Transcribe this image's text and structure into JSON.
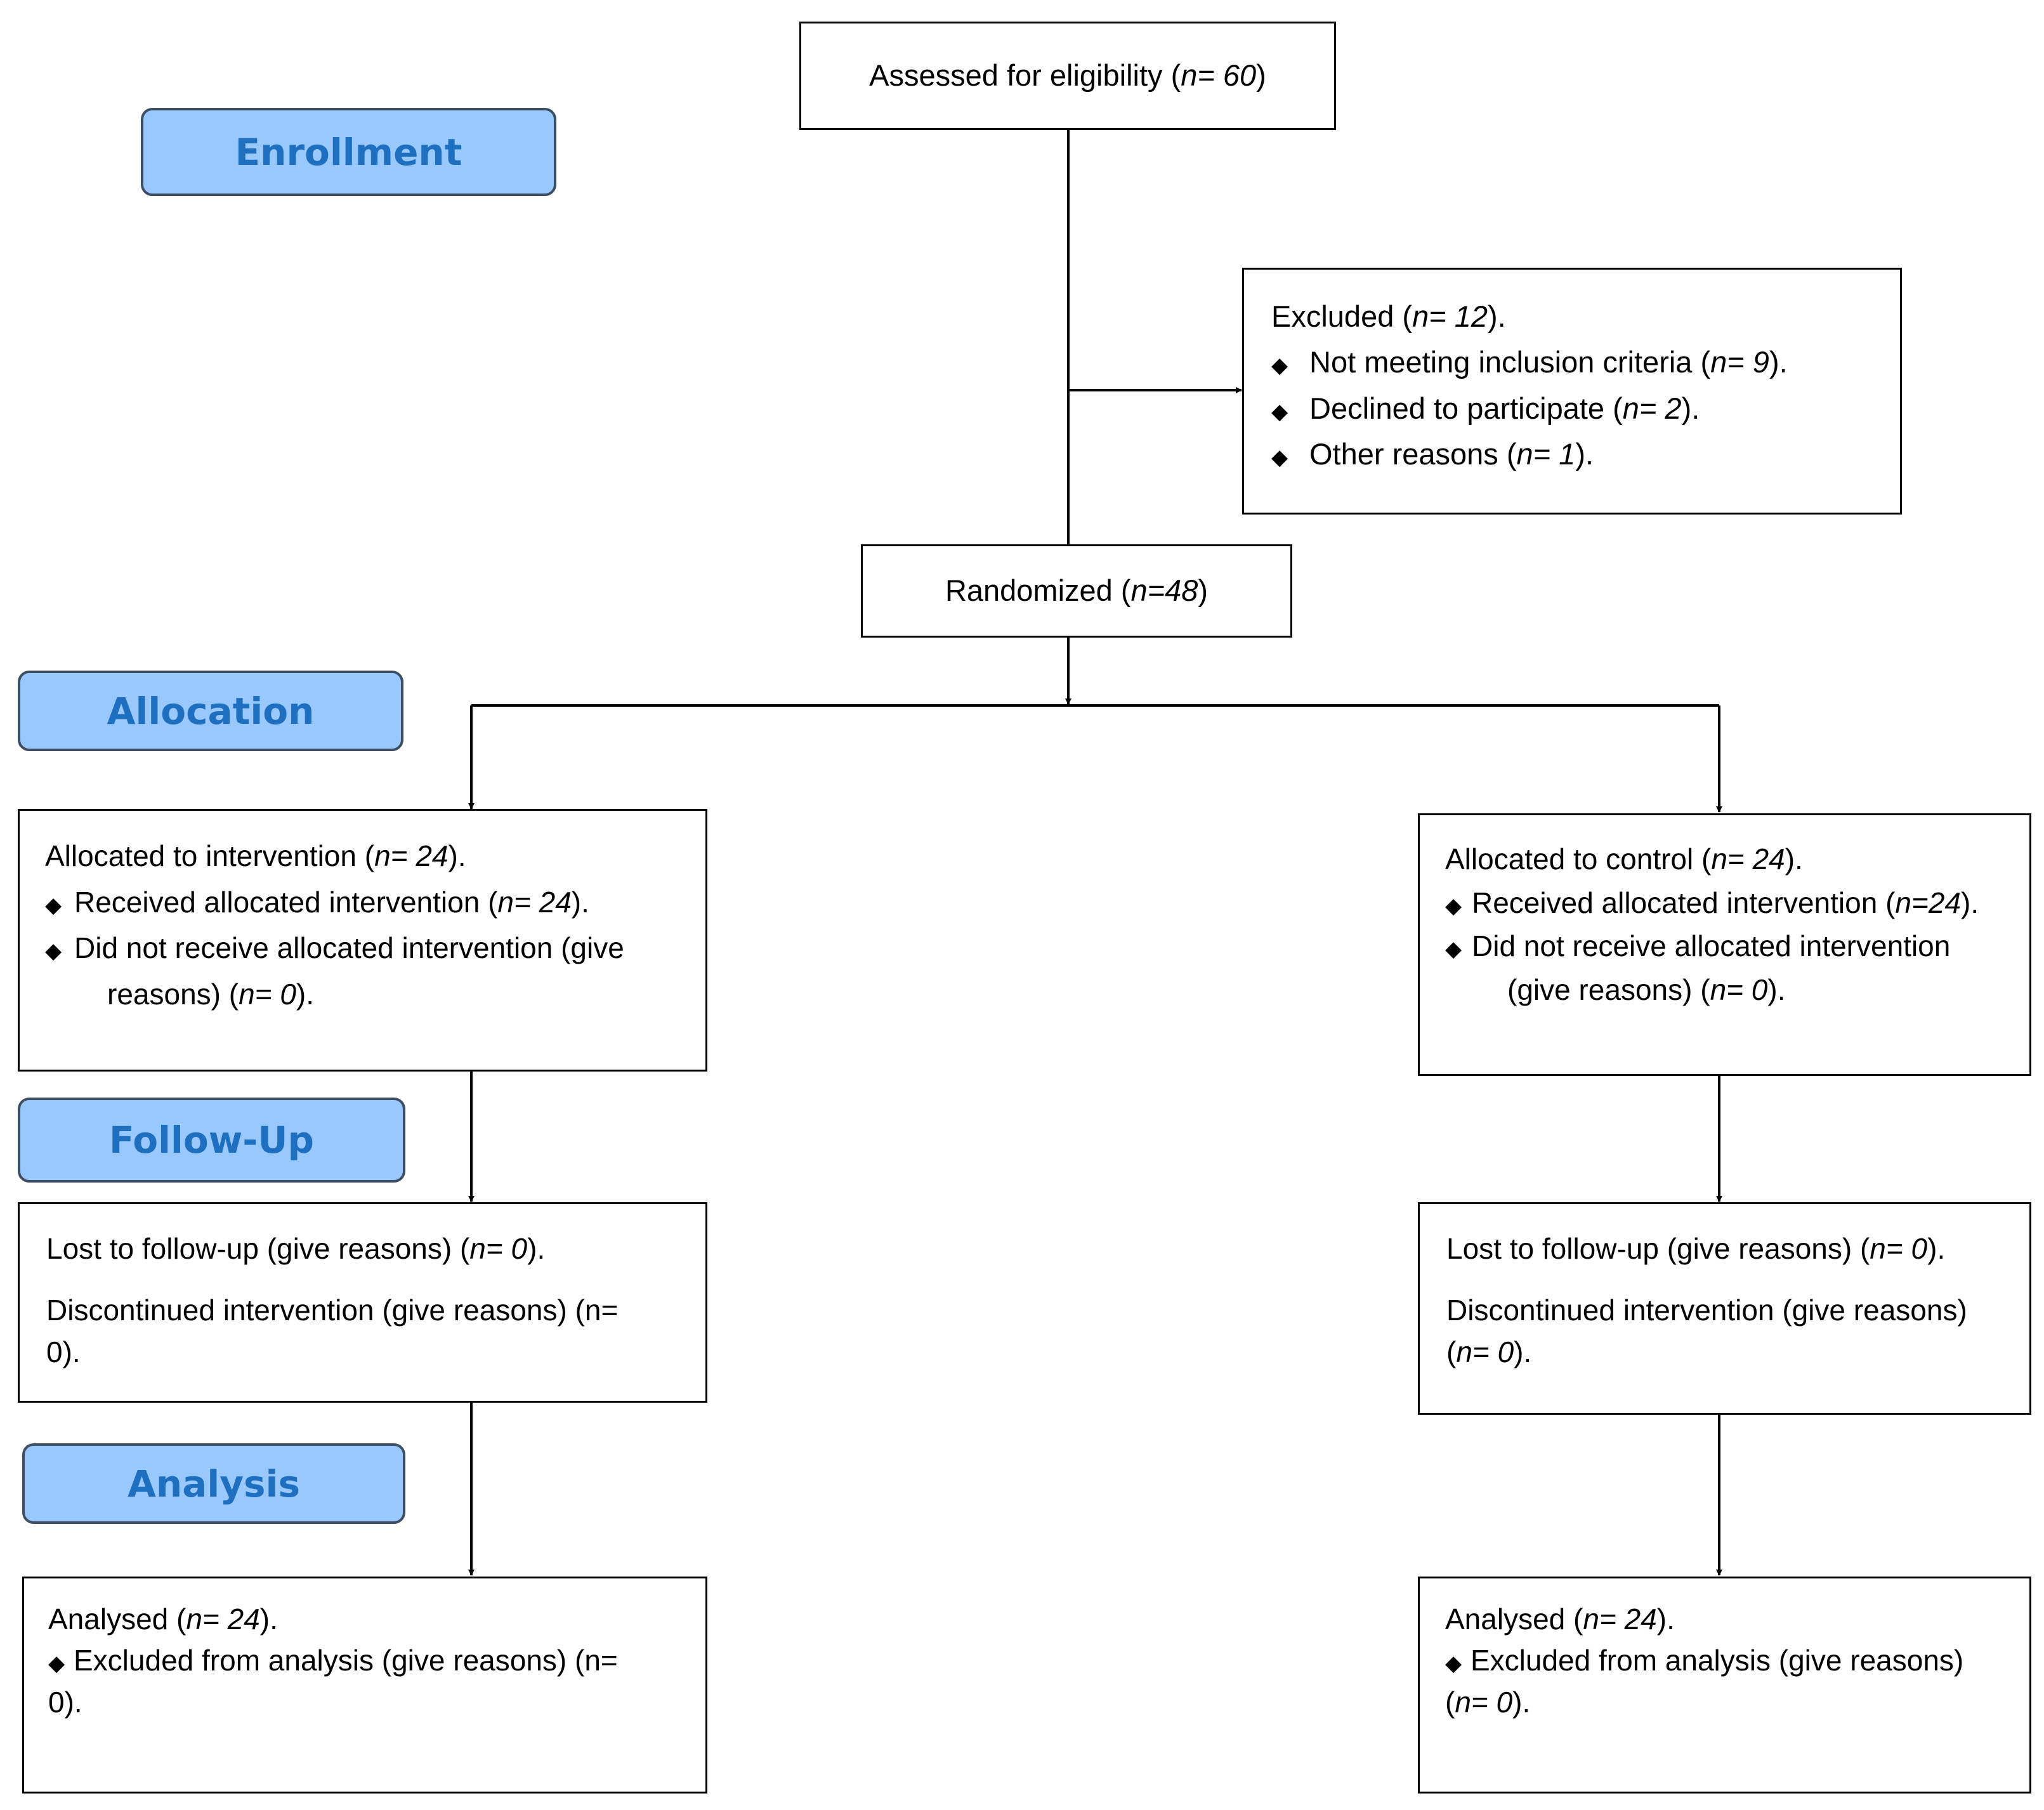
{
  "stages": {
    "enrollment": "Enrollment",
    "allocation": "Allocation",
    "followup": "Follow-Up",
    "analysis": "Analysis"
  },
  "bullet_symbol": "◆",
  "assessed": {
    "text": "Assessed for eligibility (",
    "n": "n",
    "val": "= 60",
    "close": ")"
  },
  "excluded": {
    "head": {
      "text": "Excluded (",
      "n": "n",
      "val": "= 12",
      "close": ")."
    },
    "items": [
      {
        "text": "Not meeting inclusion criteria (",
        "n": "n",
        "val": "= 9",
        "close": ")."
      },
      {
        "text": "Declined to participate (",
        "n": "n",
        "val": "= 2",
        "close": ")."
      },
      {
        "text": "Other reasons (",
        "n": "n",
        "val": "= 1",
        "close": ")."
      }
    ]
  },
  "randomized": {
    "text": "Randomized (",
    "n": "n",
    "val": "=48",
    "close": ")"
  },
  "left": {
    "allocation": {
      "head": {
        "text": "Allocated to intervention (",
        "n": "n",
        "val": "= 24",
        "close": ")."
      },
      "item1": {
        "text": "Received allocated intervention (",
        "n": "n",
        "val": "= 24",
        "close": ")."
      },
      "item2_line1": "Did not receive allocated intervention (give",
      "item2_line2": {
        "text": "reasons) (",
        "n": "n",
        "val": "= 0",
        "close": ")."
      }
    },
    "followup": {
      "lost": {
        "text": "Lost to follow-up (give reasons) (",
        "n": "n",
        "val": "= 0",
        "close": ")."
      },
      "disc_line1": "Discontinued intervention (give reasons) (n=",
      "disc_line2": "0)."
    },
    "analysis": {
      "head": {
        "text": "Analysed (",
        "n": "n",
        "val": "= 24",
        "close": ")."
      },
      "excl_line1": "Excluded from analysis (give reasons) (n=",
      "excl_line2": "0)."
    }
  },
  "right": {
    "allocation": {
      "head": {
        "text": "Allocated to control (",
        "n": "n",
        "val": "= 24",
        "close": ")."
      },
      "item1": {
        "text": "Received allocated intervention (",
        "n": "n",
        "val": "=24",
        "close": ")."
      },
      "item2_line1": "Did not receive allocated intervention",
      "item2_line2": {
        "text": "(give reasons) (",
        "n": "n",
        "val": "= 0",
        "close": ")."
      }
    },
    "followup": {
      "lost": {
        "text": "Lost to follow-up (give reasons) (",
        "n": "n",
        "val": "= 0",
        "close": ")."
      },
      "disc_line1": "Discontinued intervention (give reasons)",
      "disc_line2": {
        "text": "(",
        "n": "n",
        "val": "= 0",
        "close": ")."
      }
    },
    "analysis": {
      "head": {
        "text": "Analysed (",
        "n": "n",
        "val": "= 24",
        "close": ")."
      },
      "excl_line1": "Excluded from analysis (give reasons)",
      "excl_line2": {
        "text": "(",
        "n": "n",
        "val": "= 0",
        "close": ")."
      }
    }
  }
}
